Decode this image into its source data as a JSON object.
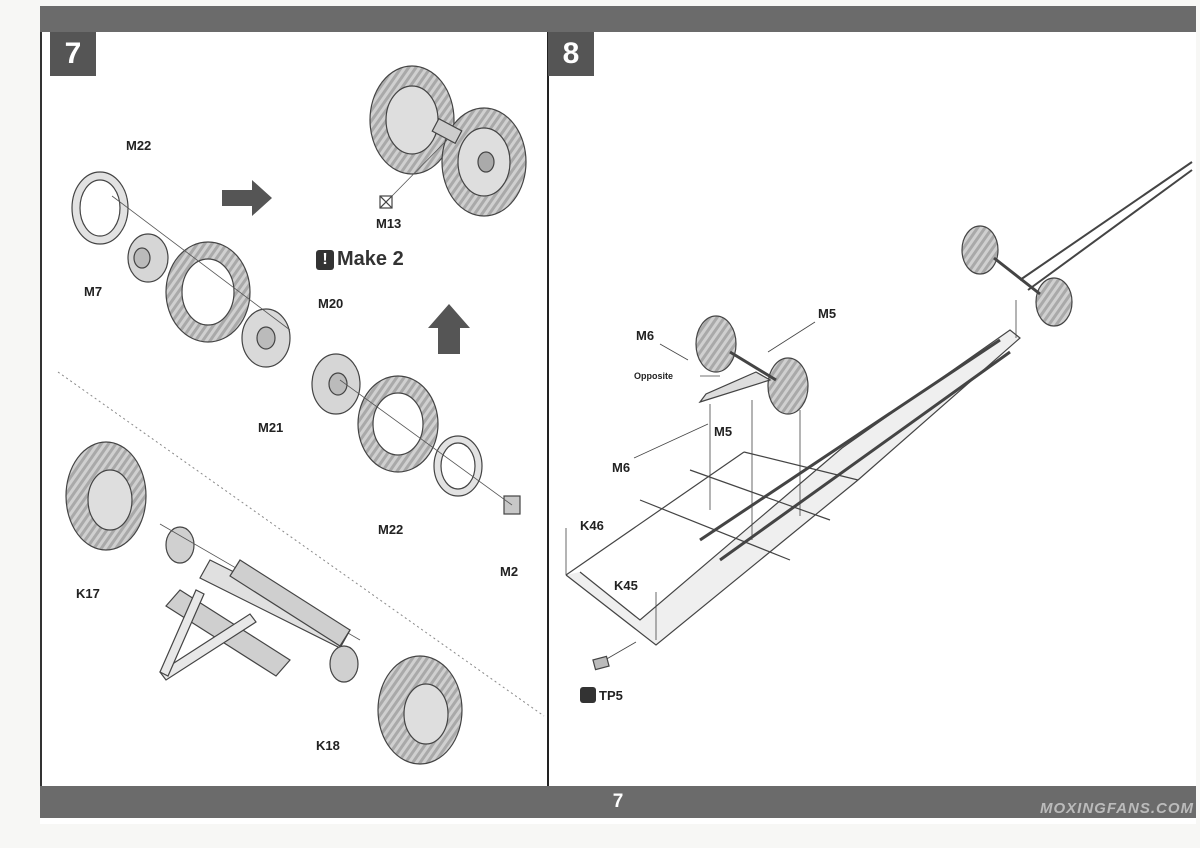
{
  "page_number": "7",
  "watermark": "MOXINGFANS.COM",
  "step7": {
    "number": "7",
    "make_note": "Make 2",
    "labels": {
      "m22_top": "M22",
      "m7": "M7",
      "m20": "M20",
      "m13": "M13",
      "m21": "M21",
      "m22_bottom": "M22",
      "m2": "M2",
      "k17": "K17",
      "k18": "K18"
    }
  },
  "step8": {
    "number": "8",
    "labels": {
      "m6_top": "M6",
      "m5_top": "M5",
      "opposite": "Opposite",
      "m5_mid": "M5",
      "m6_mid": "M6",
      "k46": "K46",
      "k45": "K45",
      "tp5": "TP5"
    }
  },
  "colors": {
    "bars": "#6b6b6b",
    "badge": "#555555",
    "part_fill": "#d9d9d9",
    "line": "#444444"
  }
}
